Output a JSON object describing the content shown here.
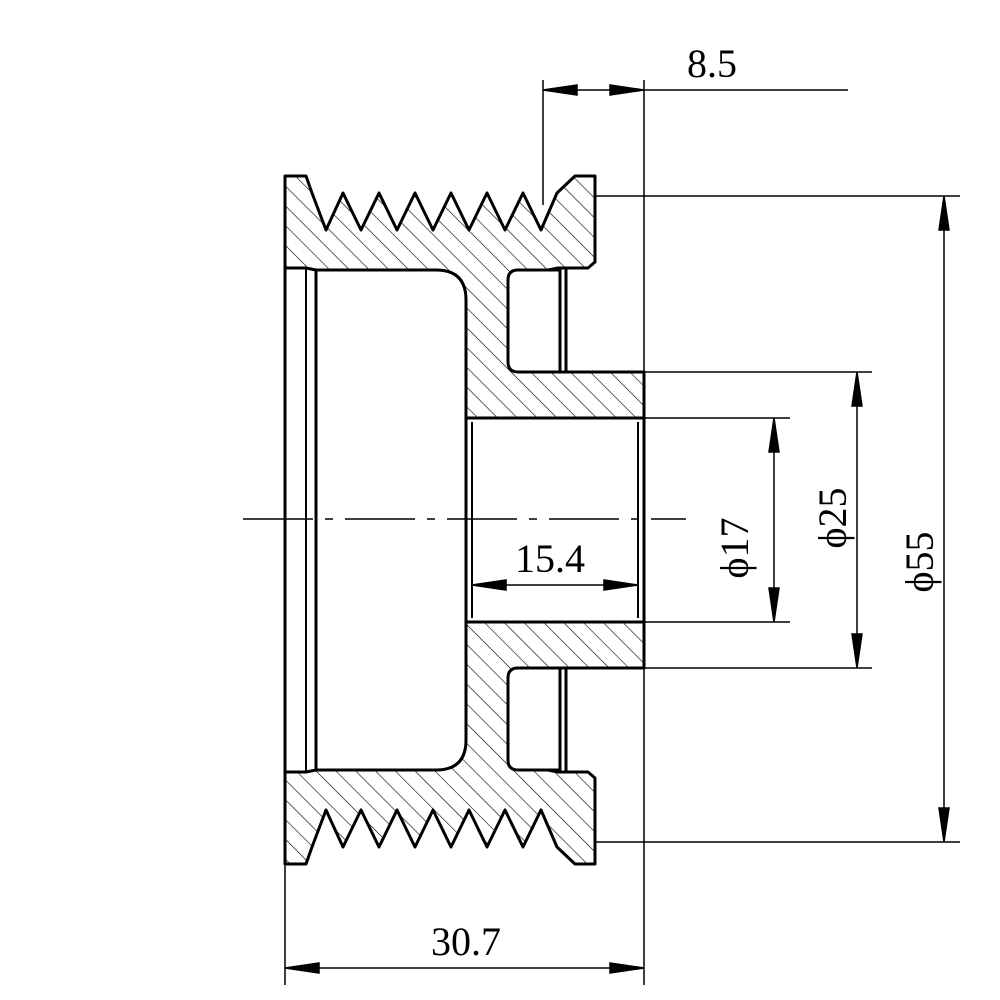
{
  "dimensions": {
    "hub_offset": "8.5",
    "bore_length": "15.4",
    "overall_width": "30.7",
    "bore_diameter": "ϕ17",
    "hub_diameter": "ϕ25",
    "outer_diameter": "ϕ55"
  },
  "colors": {
    "line": "#000000",
    "background": "#ffffff"
  }
}
